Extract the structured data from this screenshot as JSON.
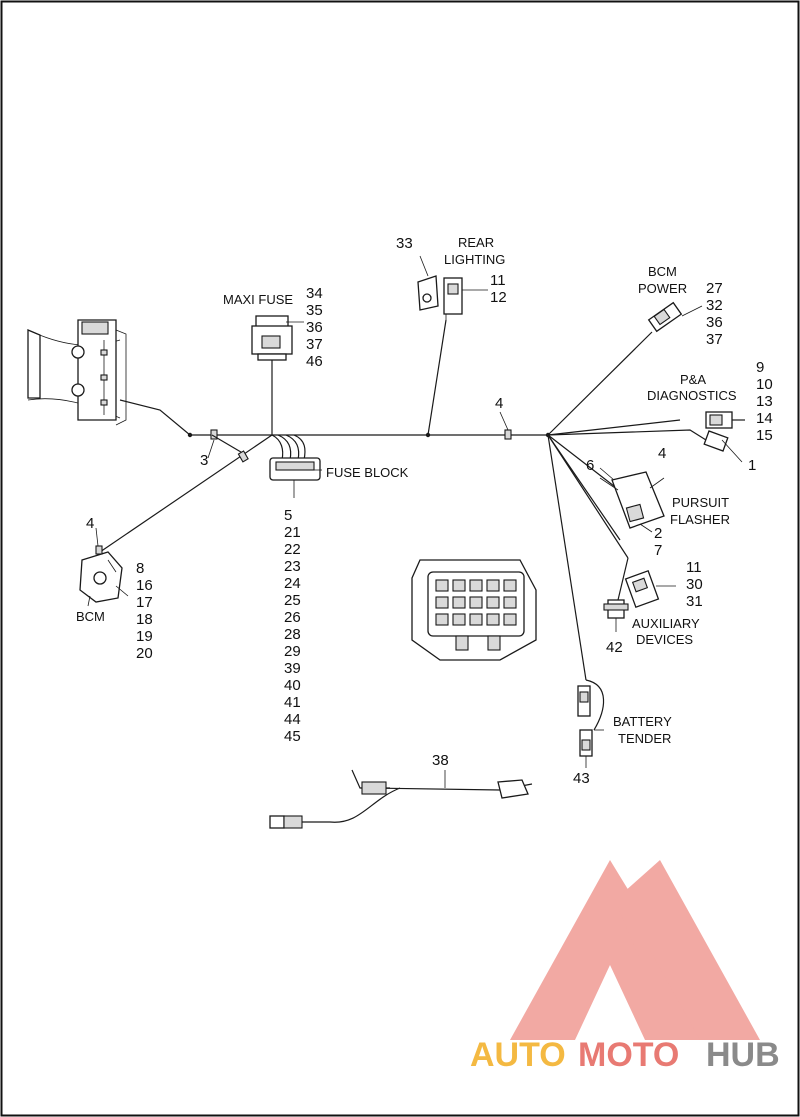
{
  "captions": {
    "rear_lighting_line1": "REAR",
    "rear_lighting_line2": "LIGHTING",
    "maxi_fuse": "MAXI FUSE",
    "bcm_power_line1": "BCM",
    "bcm_power_line2": "POWER",
    "pa_diagnostics_line1": "P&A",
    "pa_diagnostics_line2": "DIAGNOSTICS",
    "fuse_block": "FUSE BLOCK",
    "pursuit_flasher_line1": "PURSUIT",
    "pursuit_flasher_line2": "FLASHER",
    "bcm": "BCM",
    "auxiliary_devices_line1": "AUXILIARY",
    "auxiliary_devices_line2": "DEVICES",
    "battery_tender_line1": "BATTERY",
    "battery_tender_line2": "TENDER"
  },
  "callouts": {
    "rear_lighting_bracket": "33",
    "rear_lighting": [
      "11",
      "12"
    ],
    "maxi_fuse": [
      "34",
      "35",
      "36",
      "37",
      "46"
    ],
    "bcm_power": [
      "27",
      "32",
      "36",
      "37"
    ],
    "pa_diagnostics": [
      "9",
      "10",
      "13",
      "14",
      "15"
    ],
    "pa_connector": "1",
    "trunk_clip_right": "4",
    "trunk_clip_left": "3",
    "pursuit_flasher_top": [
      "6",
      "4"
    ],
    "pursuit_flasher_bottom": [
      "2",
      "7"
    ],
    "bcm_clip": "4",
    "bcm": [
      "8",
      "16",
      "17",
      "18",
      "19",
      "20"
    ],
    "fuse_block": [
      "5",
      "21",
      "22",
      "23",
      "24",
      "25",
      "26",
      "28",
      "29",
      "39",
      "40",
      "41",
      "44",
      "45"
    ],
    "auxiliary_devices": [
      "11",
      "30",
      "31"
    ],
    "auxiliary_cap": "42",
    "battery_tender": "43",
    "harness_38": "38"
  },
  "watermark": {
    "auto": "AUTO",
    "moto": "MOTO",
    "hub": "HUB",
    "colors": {
      "auto": "#f4b942",
      "moto": "#e87a73",
      "hub": "#8a8a8a",
      "logo": "#f2a9a3"
    }
  }
}
